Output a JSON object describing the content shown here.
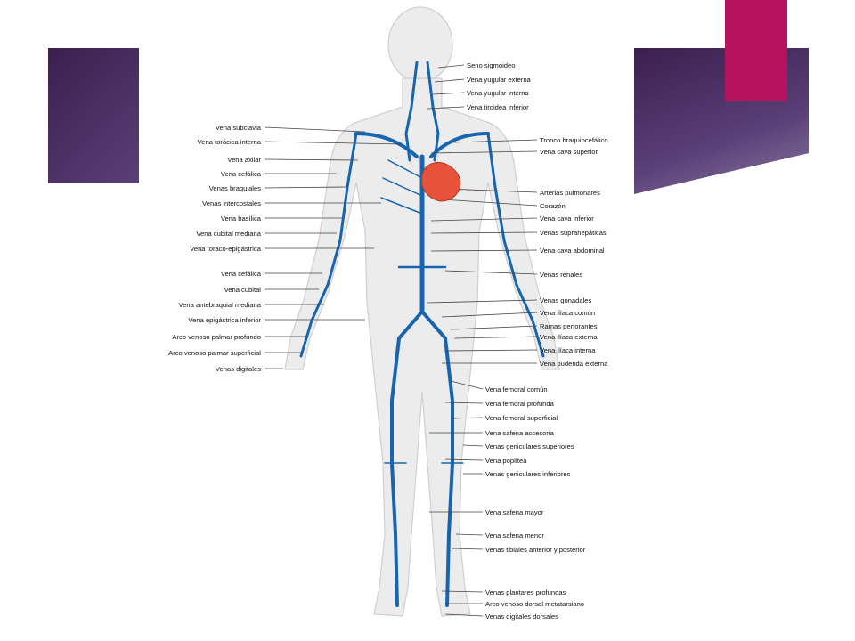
{
  "theme": {
    "background": "#ffffff",
    "band_dark": "#3a1f4e",
    "band_mid": "#5a3f78",
    "accent_pink": "#b8125f",
    "vein_blue": "#1565b0",
    "heart_red": "#e8513a",
    "body_fill": "#e8e8e8"
  },
  "labels_left": [
    "Vena subclavia",
    "Vena torácica interna",
    "Vena axilar",
    "Vena cefálica",
    "Venas braquiales",
    "Venas intercostales",
    "Vena basílica",
    "Vena cubital mediana",
    "Vena toraco-epigástrica",
    "Vena cefálica",
    "Vena cubital",
    "Vena antebraquial mediana",
    "Vena epigástrica inferior",
    "Arco venoso palmar profundo",
    "Arco venoso palmar superficial",
    "Venas digitales"
  ],
  "labels_right_upper": [
    "Seno sigmoideo",
    "Vena yugular externa",
    "Vena yugular interna",
    "Vena tiroidea inferior",
    "Tronco braquiocefálico",
    "Vena cava superior",
    "Arterias pulmonares",
    "Corazón",
    "Vena cava inferior",
    "Venas suprahepáticas",
    "Vena cava abdominal",
    "Venas renales",
    "Venas gonadales",
    "Vena ilíaca común",
    "Ramas perforantes",
    "Vena ilíaca externa",
    "Vena ilíaca interna",
    "Vena pudenda externa"
  ],
  "labels_right_lower": [
    "Vena femoral común",
    "Vena femoral profunda",
    "Vena femoral superficial",
    "Vena safena accesoria",
    "Venas geniculares superiores",
    "Vena poplítea",
    "Venas geniculares inferiores",
    "Vena safena mayor",
    "Vena safena menor",
    "Venas tibiales anterior y posterior",
    "Venas plantares profundas",
    "Arco venoso dorsal metatarsiano",
    "Venas digitales dorsales"
  ]
}
